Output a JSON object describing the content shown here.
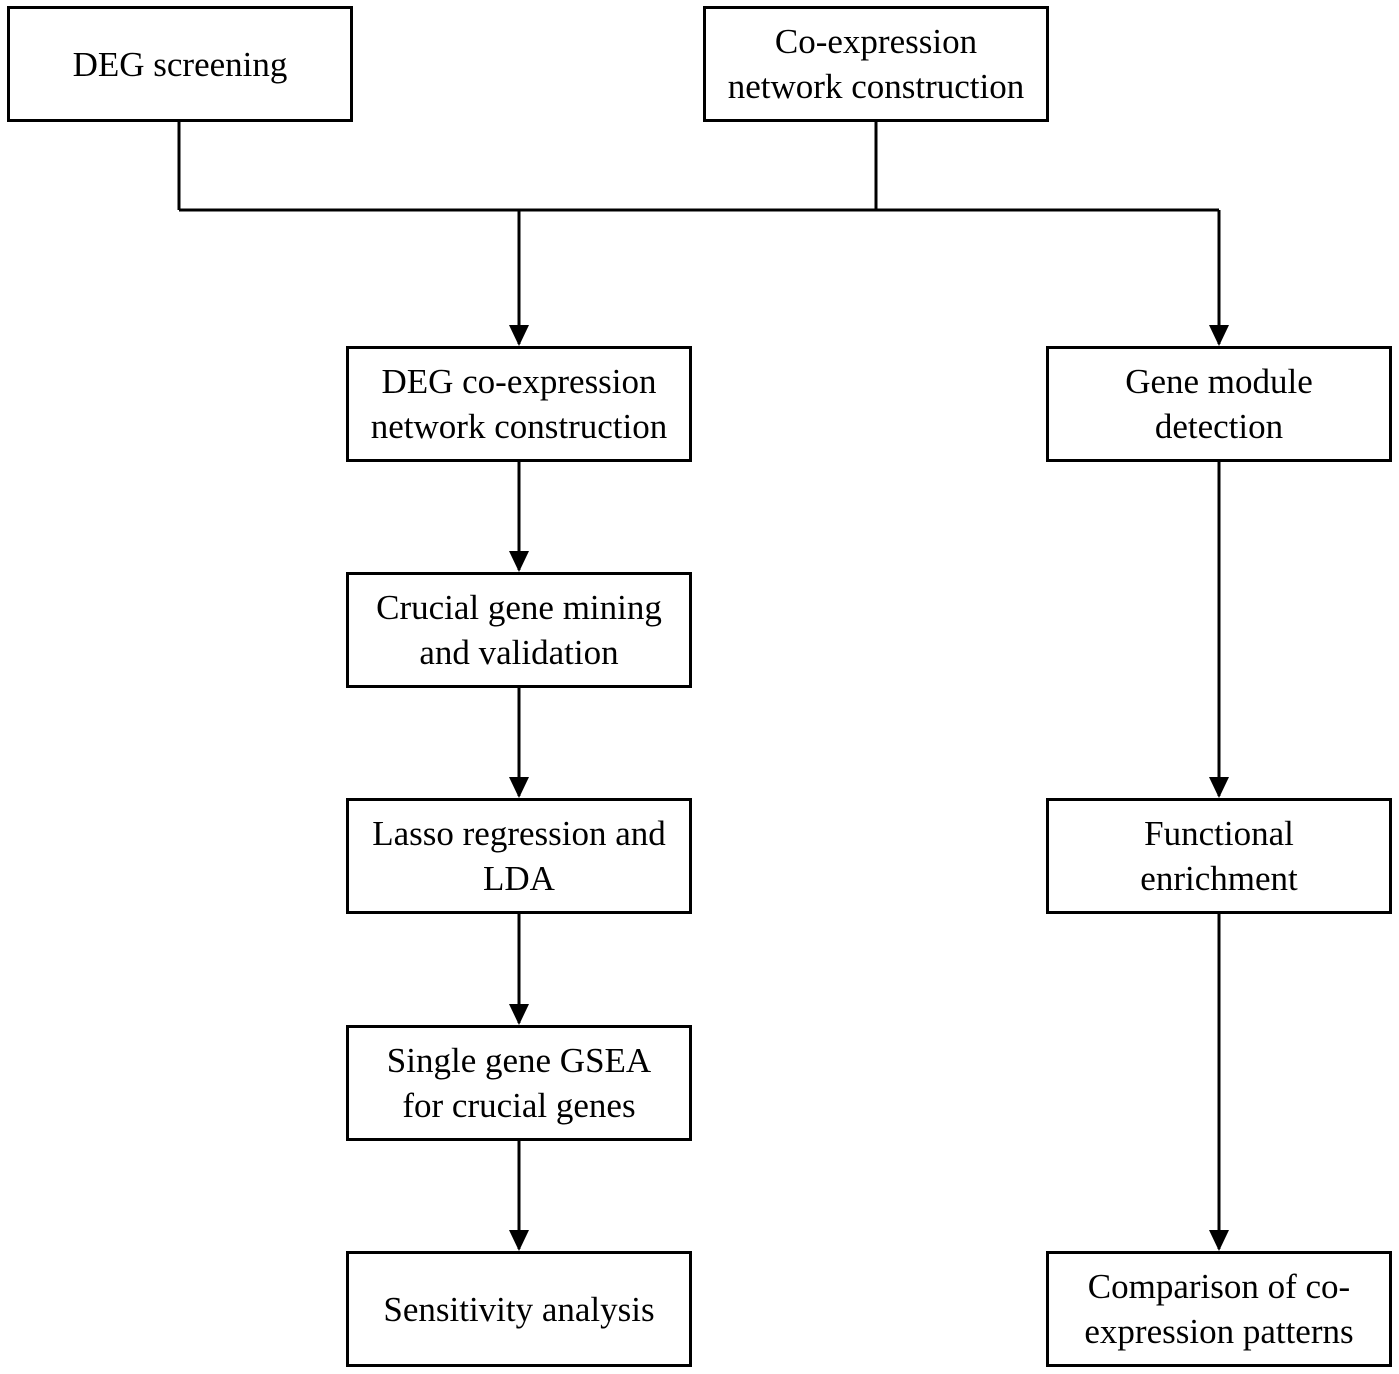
{
  "nodes": {
    "deg_screening": "DEG screening",
    "coexpression_network": "Co-expression\nnetwork construction",
    "deg_coexpression": "DEG co-expression\nnetwork construction",
    "gene_module": "Gene module\ndetection",
    "crucial_gene": "Crucial gene mining\nand validation",
    "lasso": "Lasso regression and\nLDA",
    "functional": "Functional\nenrichment",
    "gsea": "Single gene GSEA\nfor crucial genes",
    "sensitivity": "Sensitivity analysis",
    "comparison": "Comparison of co-\nexpression patterns"
  },
  "edges": [
    {
      "from": "deg_screening",
      "to": "deg_coexpression"
    },
    {
      "from": "deg_screening",
      "to": "gene_module"
    },
    {
      "from": "coexpression_network",
      "to": "deg_coexpression"
    },
    {
      "from": "coexpression_network",
      "to": "gene_module"
    },
    {
      "from": "deg_coexpression",
      "to": "crucial_gene"
    },
    {
      "from": "crucial_gene",
      "to": "lasso"
    },
    {
      "from": "lasso",
      "to": "gsea"
    },
    {
      "from": "gsea",
      "to": "sensitivity"
    },
    {
      "from": "gene_module",
      "to": "functional"
    },
    {
      "from": "functional",
      "to": "comparison"
    }
  ],
  "colors": {
    "stroke": "#000000",
    "background": "#ffffff"
  }
}
